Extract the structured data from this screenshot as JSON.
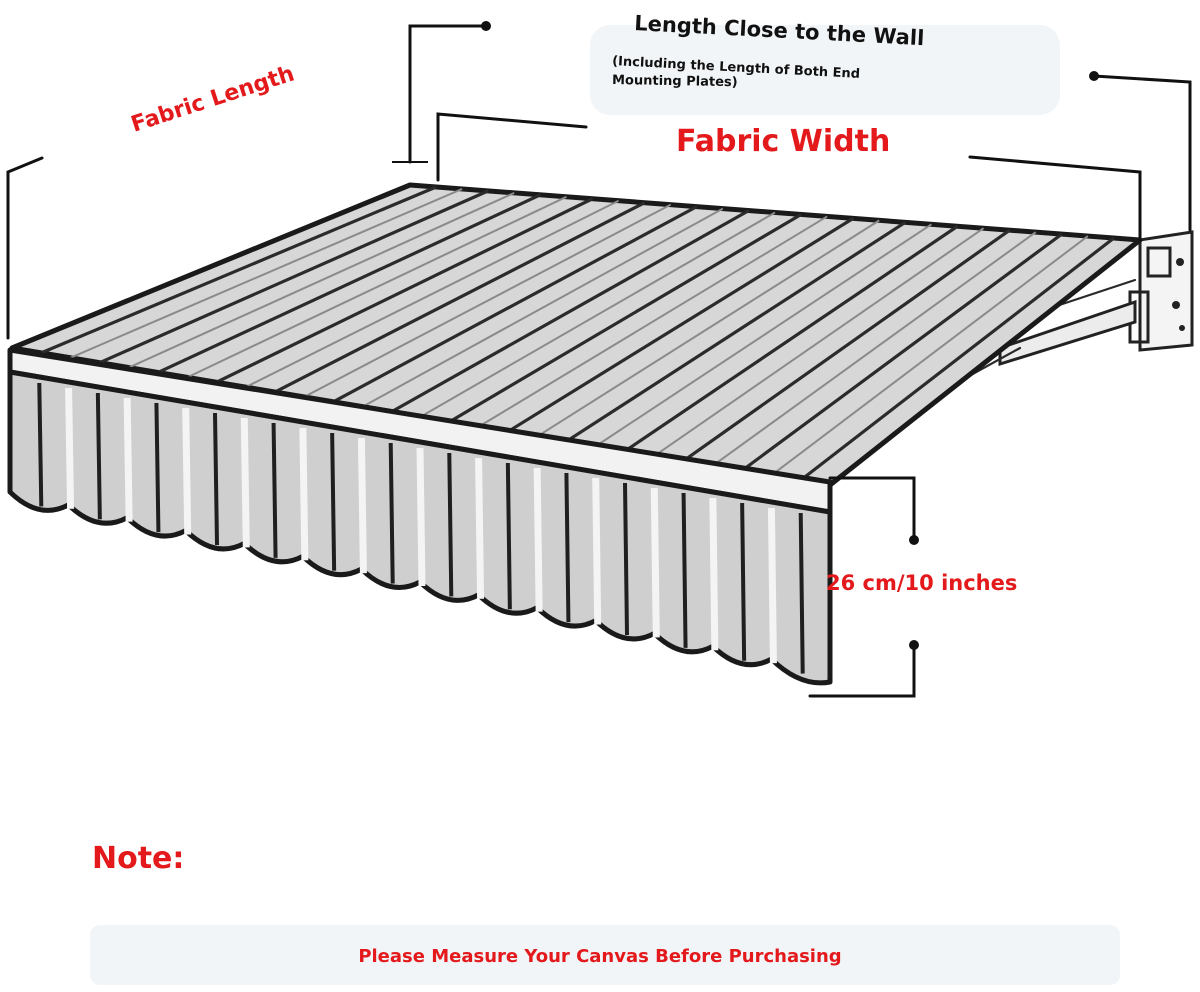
{
  "labels": {
    "fabric_length": "Fabric Length",
    "length_wall": "Length Close to the Wall",
    "including_line1": "(Including the Length of Both End",
    "including_line2": "Mounting Plates)",
    "fabric_width": "Fabric Width",
    "valance_height": "26 cm/10 inches",
    "note": "Note:",
    "measure": "Please Measure Your Canvas Before Purchasing"
  },
  "colors": {
    "accent": "#e3191c",
    "ink": "#111111",
    "background": "#ffffff"
  }
}
